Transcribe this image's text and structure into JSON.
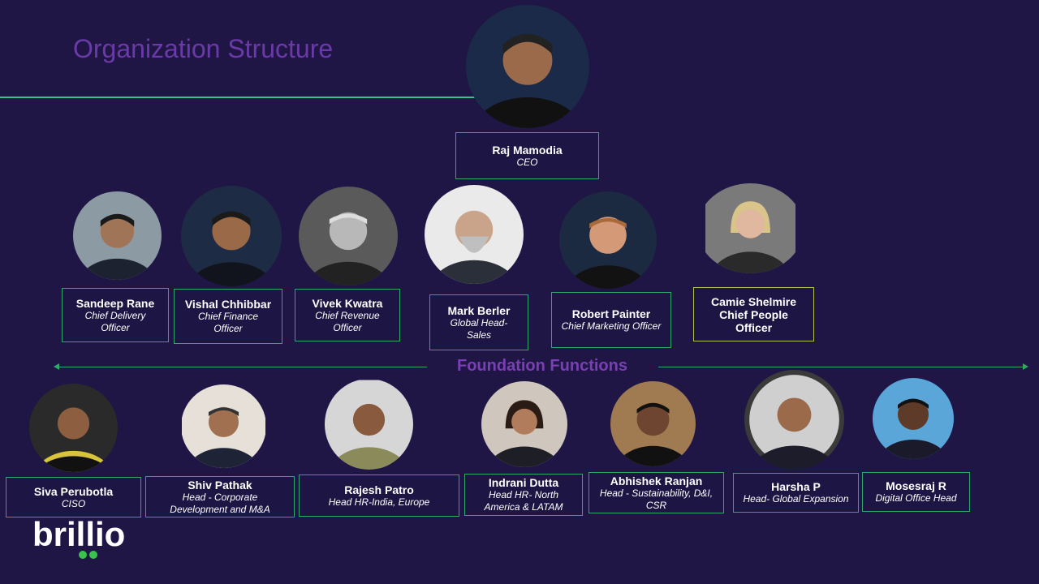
{
  "title": "Organization Structure",
  "ceo": {
    "name": "Raj  Mamodia",
    "role": "CEO"
  },
  "executives": [
    {
      "name": "Sandeep Rane",
      "role": "Chief Delivery Officer"
    },
    {
      "name": "Vishal Chhibbar",
      "role": "Chief Finance Officer"
    },
    {
      "name": "Vivek Kwatra",
      "role": "Chief Revenue Officer"
    },
    {
      "name": "Mark Berler",
      "role": "Global Head- Sales"
    },
    {
      "name": "Robert Painter",
      "role": "Chief Marketing Officer"
    },
    {
      "name": "Camie Shelmire",
      "role": "Chief People Officer"
    }
  ],
  "foundation_label": "Foundation Functions",
  "foundation": [
    {
      "name": "Siva Perubotla",
      "role": "CISO"
    },
    {
      "name": "Shiv Pathak",
      "role": "Head - Corporate Development and M&A"
    },
    {
      "name": "Rajesh Patro",
      "role": "Head HR-India, Europe"
    },
    {
      "name": "Indrani Dutta",
      "role": "Head HR- North America & LATAM"
    },
    {
      "name": "Abhishek Ranjan",
      "role": "Head - Sustainability, D&I, CSR"
    },
    {
      "name": "Harsha P",
      "role": "Head- Global Expansion"
    },
    {
      "name": "Mosesraj R",
      "role": "Digital Office Head"
    }
  ],
  "logo": {
    "text": "brillio",
    "accent": "#39c34a"
  },
  "colors": {
    "background": "#1f1646",
    "title": "#6a3aa7",
    "border": "#2fa86a",
    "accent_line": "#33c48a"
  }
}
